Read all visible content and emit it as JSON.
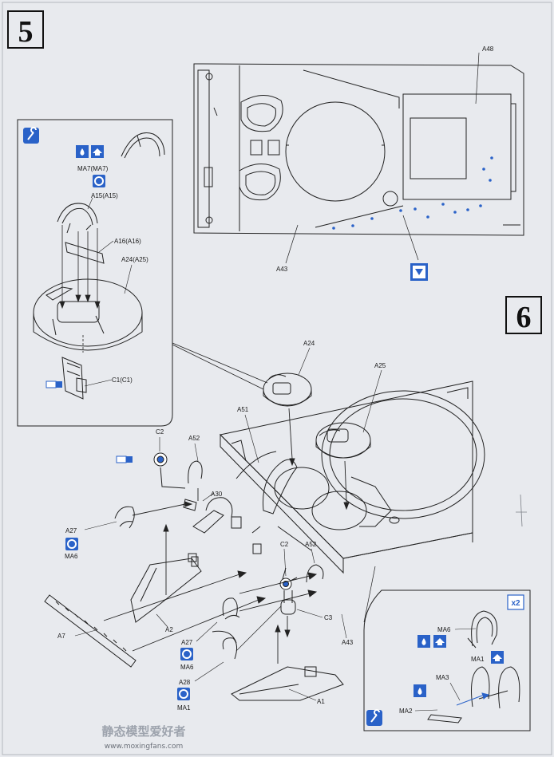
{
  "steps": {
    "left": "5",
    "right": "6"
  },
  "parts": {
    "A48": "A48",
    "A43_top": "A43",
    "MA7": "MA7(MA7)",
    "A15": "A15(A15)",
    "A16": "A16(A16)",
    "A24_inset": "A24(A25)",
    "C1": "C1(C1)",
    "A24": "A24",
    "A25": "A25",
    "A51": "A51",
    "C2_a": "C2",
    "A52_a": "A52",
    "A30": "A30",
    "A27_a": "A27",
    "MA6_a": "MA6",
    "C2_b": "C2",
    "A52_b": "A52",
    "C3": "C3",
    "A7": "A7",
    "A2": "A2",
    "A43": "A43",
    "A27_b": "A27",
    "MA6_b": "MA6",
    "A28": "A28",
    "MA1_b": "MA1",
    "A1": "A1",
    "MA6_c": "MA6",
    "MA1_c": "MA1",
    "MA3": "MA3",
    "MA2": "MA2"
  },
  "badges": {
    "x2": "x2"
  },
  "watermark": {
    "chinese": "静态模型爱好者",
    "url": "www.moxingfans.com"
  },
  "colors": {
    "accent": "#2a62c8",
    "line": "#222222",
    "paper": "#e8eaee"
  },
  "icons": [
    "tool-icon",
    "glue-icon",
    "paint-icon",
    "cement-icon",
    "bottom-view-icon"
  ]
}
